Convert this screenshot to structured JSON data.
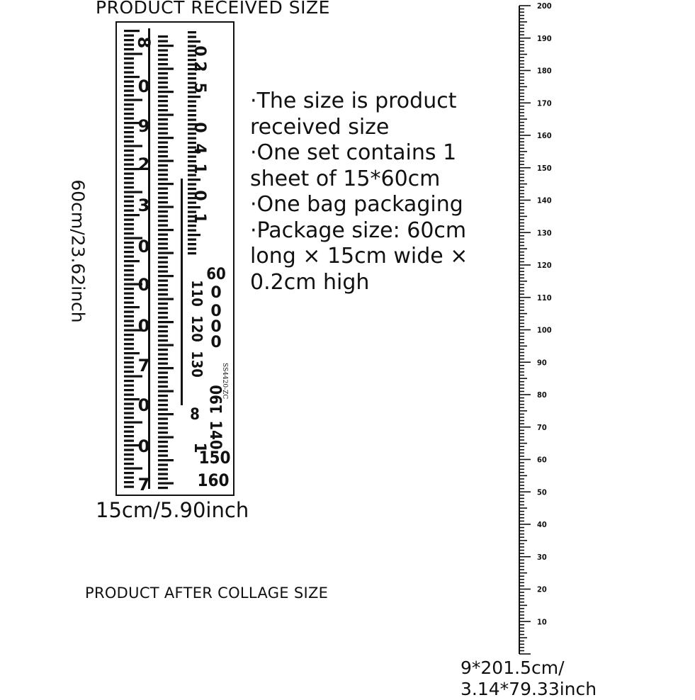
{
  "headings": {
    "received": "PRODUCT RECEIVED SIZE",
    "collage": "PRODUCT AFTER COLLAGE SIZE"
  },
  "sheet": {
    "height_label": "60cm/23.62inch",
    "width_label": "15cm/5.90inch",
    "code": "SS4420-ZC",
    "col1_digits": [
      "8",
      "0",
      "9",
      "2",
      "3",
      "0",
      "0",
      "0",
      "7",
      "0",
      "0",
      "7"
    ],
    "col2_digits": [
      "0",
      "2",
      "5",
      "0",
      "4",
      "1",
      "0",
      "1",
      "1"
    ],
    "col3_digits": [
      "0",
      "0",
      "0",
      "0"
    ],
    "scale_numbers": [
      "60",
      "110",
      "120",
      "130",
      "190",
      "140",
      "150",
      "160",
      "8"
    ]
  },
  "info": {
    "lines": [
      "·The size is product",
      "received size",
      "·One set contains 1",
      "sheet of 15*60cm",
      "·One bag packaging",
      "·Package size: 60cm",
      "long × 15cm wide ×",
      "0.2cm high"
    ]
  },
  "ruler": {
    "labels": [
      "200",
      "190",
      "180",
      "170",
      "160",
      "150",
      "140",
      "130",
      "120",
      "110",
      "100",
      "90",
      "80",
      "70",
      "60",
      "50",
      "40",
      "30",
      "20",
      "10"
    ]
  },
  "collage_size": {
    "line1": "9*201.5cm/",
    "line2": "3.14*79.33inch"
  }
}
